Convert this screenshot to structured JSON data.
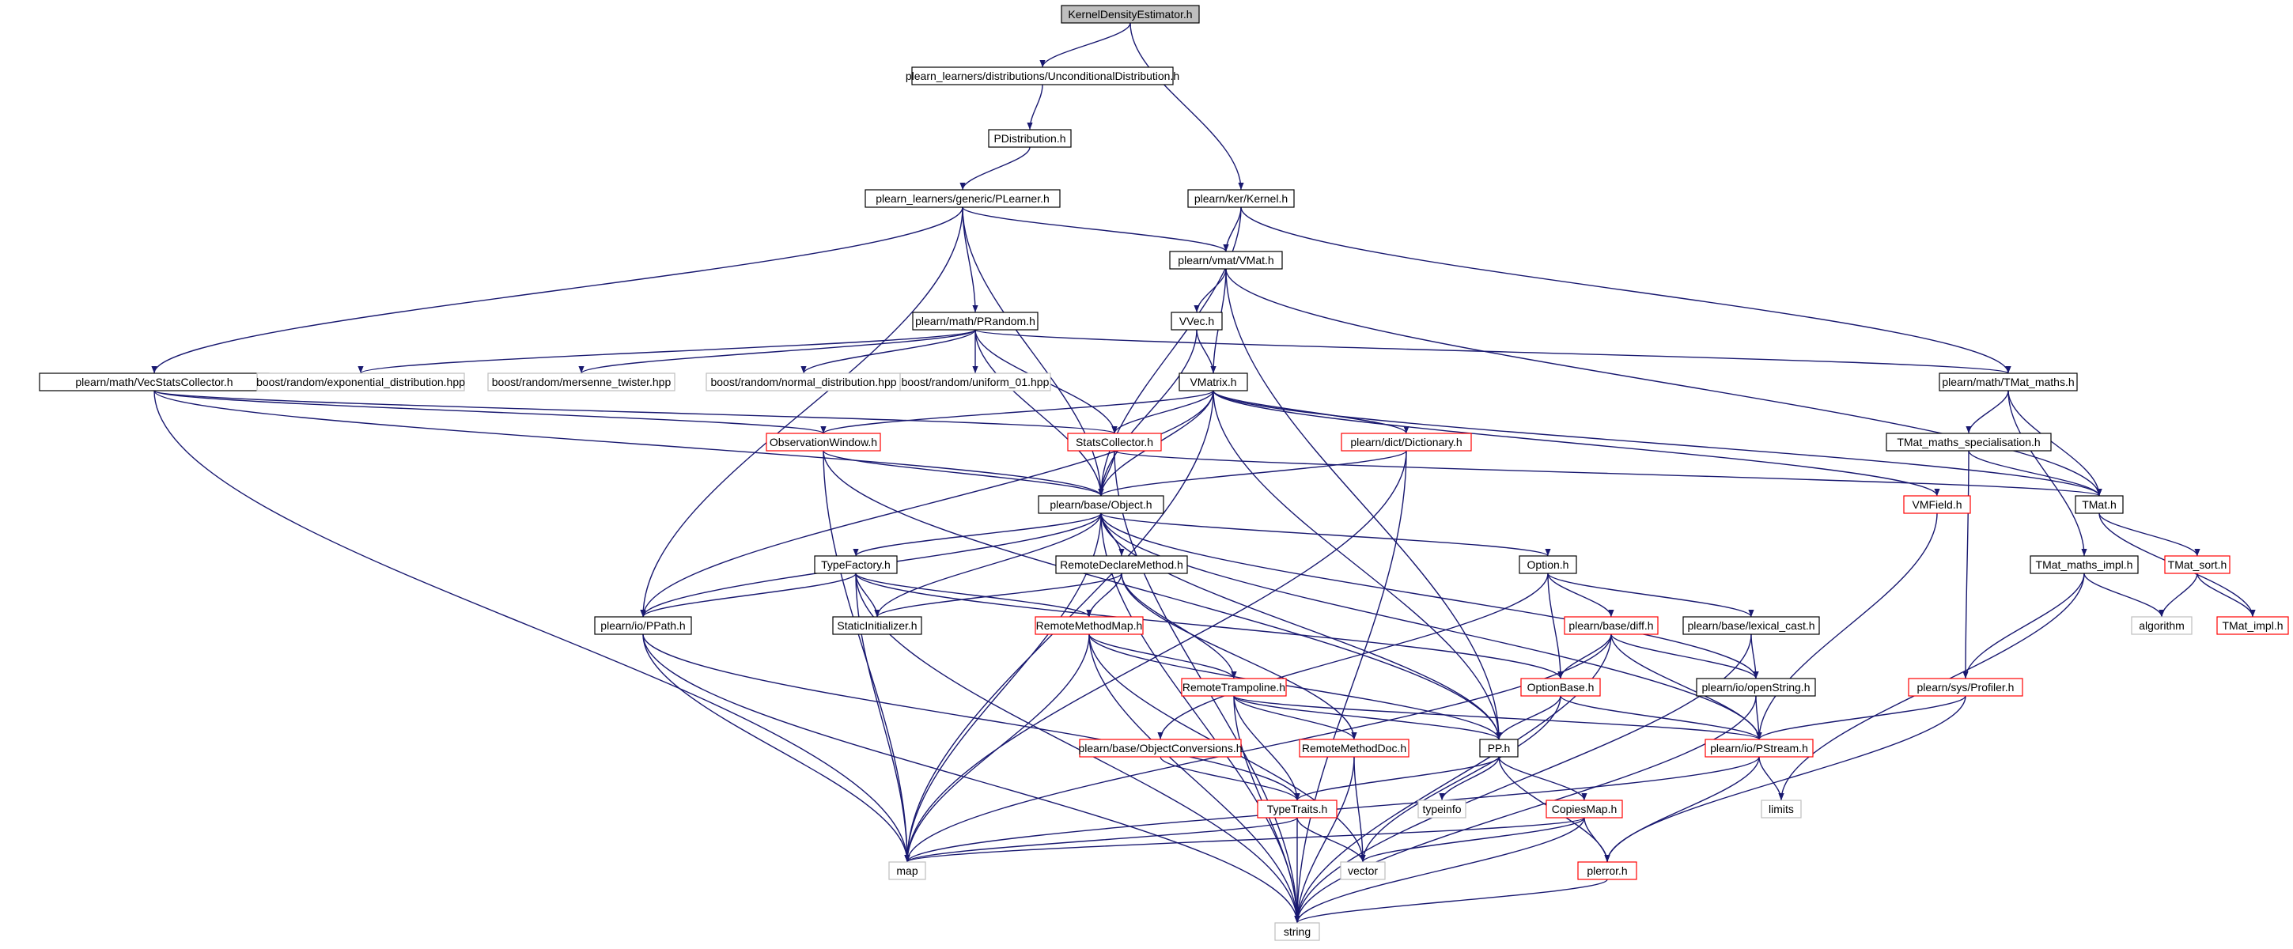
{
  "diagram": {
    "nodes": [
      {
        "id": "kde",
        "label": "KernelDensityEstimator.h",
        "style": "root"
      },
      {
        "id": "uncond",
        "label": "plearn_learners/distributions/UnconditionalDistribution.h",
        "style": "black"
      },
      {
        "id": "pdist",
        "label": "PDistribution.h",
        "style": "black"
      },
      {
        "id": "plearner",
        "label": "plearn_learners/generic/PLearner.h",
        "style": "black"
      },
      {
        "id": "kernel",
        "label": "plearn/ker/Kernel.h",
        "style": "black"
      },
      {
        "id": "vmat",
        "label": "plearn/vmat/VMat.h",
        "style": "black"
      },
      {
        "id": "vvec",
        "label": "VVec.h",
        "style": "black"
      },
      {
        "id": "vecstats",
        "label": "plearn/math/VecStatsCollector.h",
        "style": "black"
      },
      {
        "id": "prandom",
        "label": "plearn/math/PRandom.h",
        "style": "black"
      },
      {
        "id": "b_exp",
        "label": "boost/random/exponential_distribution.hpp",
        "style": "grey"
      },
      {
        "id": "b_mt",
        "label": "boost/random/mersenne_twister.hpp",
        "style": "grey"
      },
      {
        "id": "b_norm",
        "label": "boost/random/normal_distribution.hpp",
        "style": "grey"
      },
      {
        "id": "b_uni",
        "label": "boost/random/uniform_01.hpp",
        "style": "grey"
      },
      {
        "id": "vmatrix",
        "label": "VMatrix.h",
        "style": "black"
      },
      {
        "id": "tmaths",
        "label": "plearn/math/TMat_maths.h",
        "style": "black"
      },
      {
        "id": "obswin",
        "label": "ObservationWindow.h",
        "style": "red"
      },
      {
        "id": "statscol",
        "label": "StatsCollector.h",
        "style": "red"
      },
      {
        "id": "dict",
        "label": "plearn/dict/Dictionary.h",
        "style": "red"
      },
      {
        "id": "tmspec",
        "label": "TMat_maths_specialisation.h",
        "style": "black"
      },
      {
        "id": "object",
        "label": "plearn/base/Object.h",
        "style": "black"
      },
      {
        "id": "vmfield",
        "label": "VMField.h",
        "style": "red"
      },
      {
        "id": "tmat",
        "label": "TMat.h",
        "style": "black"
      },
      {
        "id": "typefactory",
        "label": "TypeFactory.h",
        "style": "black"
      },
      {
        "id": "rdm",
        "label": "RemoteDeclareMethod.h",
        "style": "black"
      },
      {
        "id": "option",
        "label": "Option.h",
        "style": "black"
      },
      {
        "id": "tmimpl",
        "label": "TMat_maths_impl.h",
        "style": "black"
      },
      {
        "id": "tsort",
        "label": "TMat_sort.h",
        "style": "red"
      },
      {
        "id": "ppath",
        "label": "plearn/io/PPath.h",
        "style": "black"
      },
      {
        "id": "staticinit",
        "label": "StaticInitializer.h",
        "style": "black"
      },
      {
        "id": "rmm",
        "label": "RemoteMethodMap.h",
        "style": "red"
      },
      {
        "id": "diff",
        "label": "plearn/base/diff.h",
        "style": "red"
      },
      {
        "id": "lexcast",
        "label": "plearn/base/lexical_cast.h",
        "style": "black"
      },
      {
        "id": "algorithm",
        "label": "algorithm",
        "style": "grey"
      },
      {
        "id": "timpl",
        "label": "TMat_impl.h",
        "style": "red"
      },
      {
        "id": "rtramp",
        "label": "RemoteTrampoline.h",
        "style": "red"
      },
      {
        "id": "optbase",
        "label": "OptionBase.h",
        "style": "red"
      },
      {
        "id": "openstr",
        "label": "plearn/io/openString.h",
        "style": "black"
      },
      {
        "id": "profiler",
        "label": "plearn/sys/Profiler.h",
        "style": "red"
      },
      {
        "id": "objconv",
        "label": "plearn/base/ObjectConversions.h",
        "style": "red"
      },
      {
        "id": "rmdoc",
        "label": "RemoteMethodDoc.h",
        "style": "red"
      },
      {
        "id": "pp",
        "label": "PP.h",
        "style": "black"
      },
      {
        "id": "pstream",
        "label": "plearn/io/PStream.h",
        "style": "red"
      },
      {
        "id": "typeinfo",
        "label": "typeinfo",
        "style": "grey"
      },
      {
        "id": "copiesmap",
        "label": "CopiesMap.h",
        "style": "red"
      },
      {
        "id": "limits",
        "label": "limits",
        "style": "grey"
      },
      {
        "id": "typetraits",
        "label": "TypeTraits.h",
        "style": "red"
      },
      {
        "id": "map",
        "label": "map",
        "style": "grey"
      },
      {
        "id": "vector",
        "label": "vector",
        "style": "grey"
      },
      {
        "id": "perror",
        "label": "plerror.h",
        "style": "red"
      },
      {
        "id": "string",
        "label": "string",
        "style": "grey"
      }
    ],
    "edges": [
      [
        "kde",
        "uncond"
      ],
      [
        "kde",
        "kernel"
      ],
      [
        "uncond",
        "pdist"
      ],
      [
        "pdist",
        "plearner"
      ],
      [
        "plearner",
        "vmat"
      ],
      [
        "plearner",
        "prandom"
      ],
      [
        "plearner",
        "vecstats"
      ],
      [
        "plearner",
        "object"
      ],
      [
        "plearner",
        "ppath"
      ],
      [
        "kernel",
        "vmat"
      ],
      [
        "kernel",
        "object"
      ],
      [
        "kernel",
        "tmaths"
      ],
      [
        "vmat",
        "vvec"
      ],
      [
        "vmat",
        "vmatrix"
      ],
      [
        "vmat",
        "tmat"
      ],
      [
        "vmat",
        "pp"
      ],
      [
        "vvec",
        "vmatrix"
      ],
      [
        "vvec",
        "object"
      ],
      [
        "prandom",
        "b_exp"
      ],
      [
        "prandom",
        "b_mt"
      ],
      [
        "prandom",
        "b_norm"
      ],
      [
        "prandom",
        "b_uni"
      ],
      [
        "prandom",
        "object"
      ],
      [
        "prandom",
        "tmaths"
      ],
      [
        "prandom",
        "statscol"
      ],
      [
        "vecstats",
        "obswin"
      ],
      [
        "vecstats",
        "statscol"
      ],
      [
        "vecstats",
        "object"
      ],
      [
        "vecstats",
        "map"
      ],
      [
        "vmatrix",
        "obswin"
      ],
      [
        "vmatrix",
        "statscol"
      ],
      [
        "vmatrix",
        "dict"
      ],
      [
        "vmatrix",
        "object"
      ],
      [
        "vmatrix",
        "vmfield"
      ],
      [
        "vmatrix",
        "tmat"
      ],
      [
        "vmatrix",
        "pp"
      ],
      [
        "vmatrix",
        "ppath"
      ],
      [
        "vmatrix",
        "map"
      ],
      [
        "tmaths",
        "tmspec"
      ],
      [
        "tmaths",
        "tmat"
      ],
      [
        "tmaths",
        "tmimpl"
      ],
      [
        "obswin",
        "object"
      ],
      [
        "obswin",
        "pp"
      ],
      [
        "obswin",
        "map"
      ],
      [
        "statscol",
        "object"
      ],
      [
        "statscol",
        "tmat"
      ],
      [
        "statscol",
        "string"
      ],
      [
        "dict",
        "object"
      ],
      [
        "dict",
        "map"
      ],
      [
        "dict",
        "string"
      ],
      [
        "tmspec",
        "tmat"
      ],
      [
        "tmspec",
        "profiler"
      ],
      [
        "object",
        "typefactory"
      ],
      [
        "object",
        "rdm"
      ],
      [
        "object",
        "option"
      ],
      [
        "object",
        "ppath"
      ],
      [
        "object",
        "staticinit"
      ],
      [
        "object",
        "pp"
      ],
      [
        "object",
        "openstr"
      ],
      [
        "object",
        "map"
      ],
      [
        "object",
        "string"
      ],
      [
        "object",
        "pstream"
      ],
      [
        "vmfield",
        "pstream"
      ],
      [
        "tmat",
        "tsort"
      ],
      [
        "tmat",
        "timpl"
      ],
      [
        "typefactory",
        "ppath"
      ],
      [
        "typefactory",
        "staticinit"
      ],
      [
        "typefactory",
        "rmm"
      ],
      [
        "typefactory",
        "optbase"
      ],
      [
        "typefactory",
        "map"
      ],
      [
        "typefactory",
        "string"
      ],
      [
        "rdm",
        "staticinit"
      ],
      [
        "rdm",
        "rmm"
      ],
      [
        "rdm",
        "rtramp"
      ],
      [
        "rdm",
        "rmdoc"
      ],
      [
        "option",
        "diff"
      ],
      [
        "option",
        "lexcast"
      ],
      [
        "option",
        "optbase"
      ],
      [
        "option",
        "objconv"
      ],
      [
        "tmimpl",
        "algorithm"
      ],
      [
        "tmimpl",
        "profiler"
      ],
      [
        "tmimpl",
        "limits"
      ],
      [
        "tsort",
        "algorithm"
      ],
      [
        "tsort",
        "timpl"
      ],
      [
        "ppath",
        "typetraits"
      ],
      [
        "ppath",
        "map"
      ],
      [
        "ppath",
        "string"
      ],
      [
        "rmm",
        "rtramp"
      ],
      [
        "rmm",
        "pp"
      ],
      [
        "rmm",
        "map"
      ],
      [
        "rmm",
        "string"
      ],
      [
        "rmm",
        "vector"
      ],
      [
        "diff",
        "optbase"
      ],
      [
        "diff",
        "openstr"
      ],
      [
        "diff",
        "pstream"
      ],
      [
        "diff",
        "map"
      ],
      [
        "diff",
        "string"
      ],
      [
        "lexcast",
        "openstr"
      ],
      [
        "lexcast",
        "string"
      ],
      [
        "rtramp",
        "rmdoc"
      ],
      [
        "rtramp",
        "pp"
      ],
      [
        "rtramp",
        "typetraits"
      ],
      [
        "rtramp",
        "string"
      ],
      [
        "rtramp",
        "pstream"
      ],
      [
        "optbase",
        "pp"
      ],
      [
        "optbase",
        "pstream"
      ],
      [
        "optbase",
        "vector"
      ],
      [
        "openstr",
        "pstream"
      ],
      [
        "openstr",
        "string"
      ],
      [
        "profiler",
        "pstream"
      ],
      [
        "profiler",
        "perror"
      ],
      [
        "objconv",
        "typetraits"
      ],
      [
        "rmdoc",
        "vector"
      ],
      [
        "rmdoc",
        "string"
      ],
      [
        "pp",
        "typetraits"
      ],
      [
        "pp",
        "typeinfo"
      ],
      [
        "pp",
        "copiesmap"
      ],
      [
        "pp",
        "perror"
      ],
      [
        "pstream",
        "limits"
      ],
      [
        "pstream",
        "perror"
      ],
      [
        "pstream",
        "map"
      ],
      [
        "copiesmap",
        "map"
      ],
      [
        "copiesmap",
        "vector"
      ],
      [
        "copiesmap",
        "perror"
      ],
      [
        "copiesmap",
        "string"
      ],
      [
        "typetraits",
        "map"
      ],
      [
        "typetraits",
        "vector"
      ],
      [
        "typetraits",
        "string"
      ],
      [
        "perror",
        "string"
      ]
    ],
    "colors": {
      "edge": "#191970",
      "black_border": "#000000",
      "red_border": "#ff0000",
      "grey_border": "#bfbfbf",
      "root_fill": "#bfbfbf",
      "fill": "#ffffff",
      "text": "#000000"
    }
  }
}
